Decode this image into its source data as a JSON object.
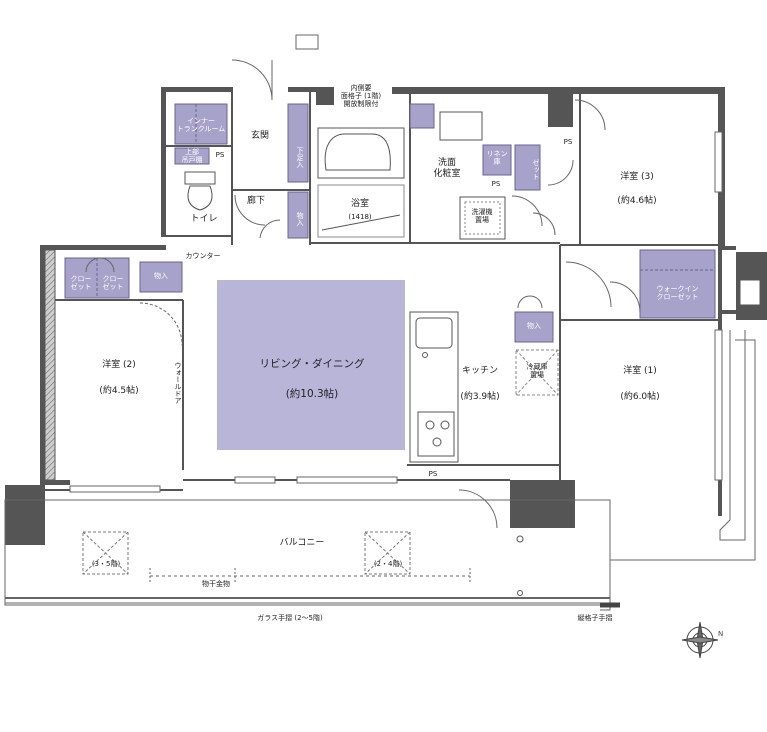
{
  "rooms": {
    "living": {
      "name": "リビング・ダイニング",
      "size": "(約10.3帖)"
    },
    "kitchen": {
      "name": "キッチン",
      "size": "(約3.9帖)"
    },
    "western1": {
      "name": "洋室 (1)",
      "size": "(約6.0帖)"
    },
    "western2": {
      "name": "洋室 (2)",
      "size": "(約4.5帖)"
    },
    "western3": {
      "name": "洋室 (3)",
      "size": "(約4.6帖)"
    },
    "bath": {
      "name": "浴室",
      "size": "(1418)"
    },
    "washroom": {
      "name": "洗面\n化粧室"
    },
    "entrance": {
      "name": "玄関"
    },
    "hallway": {
      "name": "廊下"
    },
    "toilet": {
      "name": "トイレ"
    },
    "balcony": {
      "name": "バルコニー"
    }
  },
  "storage": {
    "inner_trunk": "インナー\nトランクルーム",
    "upper_cabinet": "上部\n吊戸棚",
    "shoe": "下足入",
    "monoire_hall": "物入",
    "monoire_w2": "物入",
    "monoire_kitchen": "物入",
    "closet_a": "クロー\nゼット",
    "closet_b": "クロー\nゼット",
    "closet_w3": "クロー\nゼット",
    "linen": "リネン\n庫",
    "walkin": "ウォークイン\nクローゼット",
    "washing_machine": "洗濯機\n置場",
    "fridge": "冷蔵庫\n置場"
  },
  "notes": {
    "counter": "カウンター",
    "walldoor": "ウォールドア",
    "lattice": "内側要\n面格子 (1階)\n開放制限付",
    "ps1": "PS",
    "ps2": "PS",
    "ps3": "PS",
    "ps4": "PS",
    "floors_35": "(3・5階)",
    "floors_24": "(2・4階)",
    "drying": "物干金物",
    "glass_rail": "ガラス手摺 (2〜5階)",
    "lattice_rail": "縦格子手摺"
  },
  "colors": {
    "wall": "#4d4d4d",
    "wall_light": "#8a8a8a",
    "storage": "#a7a2c9",
    "storage_edge": "#6a6391",
    "living": "#b9b5d9"
  }
}
